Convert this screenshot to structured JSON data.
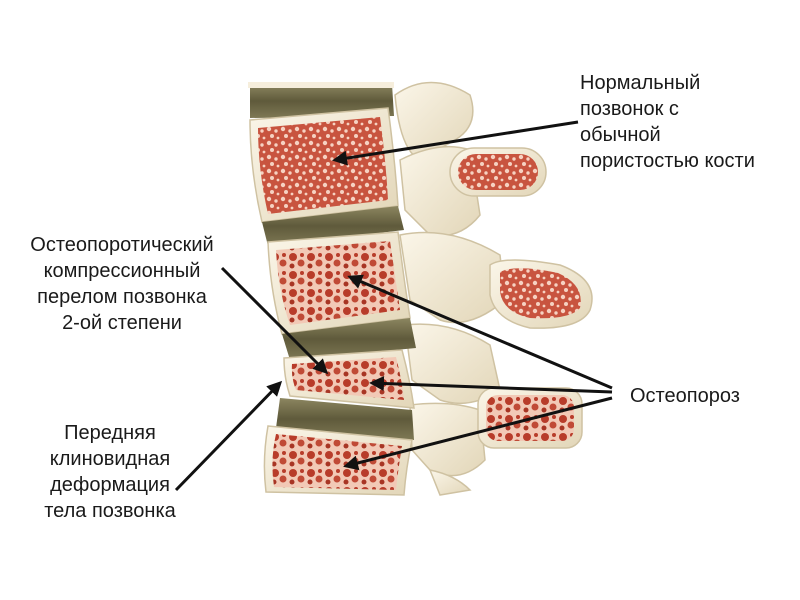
{
  "title": "",
  "labels": {
    "normal_vertebra": "Нормальный\nпозвонок с\nобычной\nпористостью кости",
    "compression_fracture": "Остеопоротический\nкомпрессионный\nперелом позвонка\n2-ой степени",
    "wedge_deformity": "Передняя\nклиновидная\nдеформация\nтела позвонка",
    "osteoporosis": "Остеопороз"
  },
  "colors": {
    "bone": "#f3ecd9",
    "bone_shadow": "#d9cdb0",
    "disc": "#6f6a48",
    "disc_dark": "#4d4a31",
    "marrow": "#c8543f",
    "marrow_light": "#f3c2b0",
    "arrow": "#111111",
    "text": "#1a1a1a"
  }
}
